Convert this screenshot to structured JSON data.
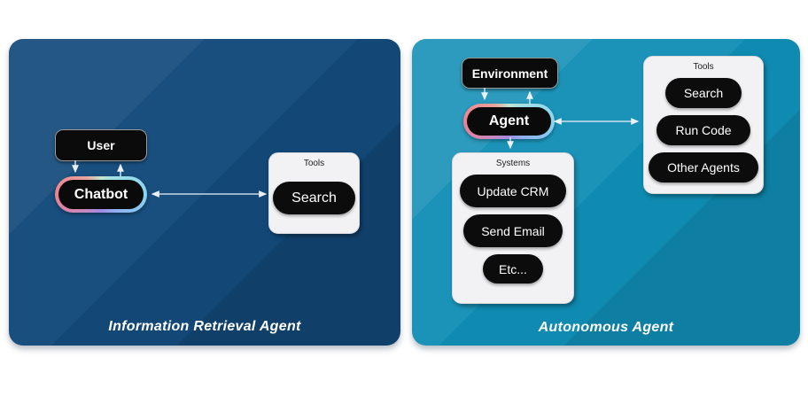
{
  "left_panel": {
    "caption": "Information Retrieval Agent",
    "user_label": "User",
    "chatbot_label": "Chatbot",
    "tools_title": "Tools",
    "tools_items": [
      "Search"
    ]
  },
  "right_panel": {
    "caption": "Autonomous Agent",
    "environment_label": "Environment",
    "agent_label": "Agent",
    "systems_title": "Systems",
    "systems_items": [
      "Update CRM",
      "Send Email",
      "Etc..."
    ],
    "tools_title": "Tools",
    "tools_items": [
      "Search",
      "Run Code",
      "Other Agents"
    ]
  },
  "colors": {
    "left_panel_bg": "#12497A",
    "right_panel_bg": "#0F8DB4",
    "node_black": "#0B0B0B",
    "container_gray": "#F2F2F5",
    "arrow": "#ECF1F6",
    "gradient_border": [
      "#EF8090",
      "#BFE7CF",
      "#86D6F2",
      "#A08AE6"
    ]
  }
}
